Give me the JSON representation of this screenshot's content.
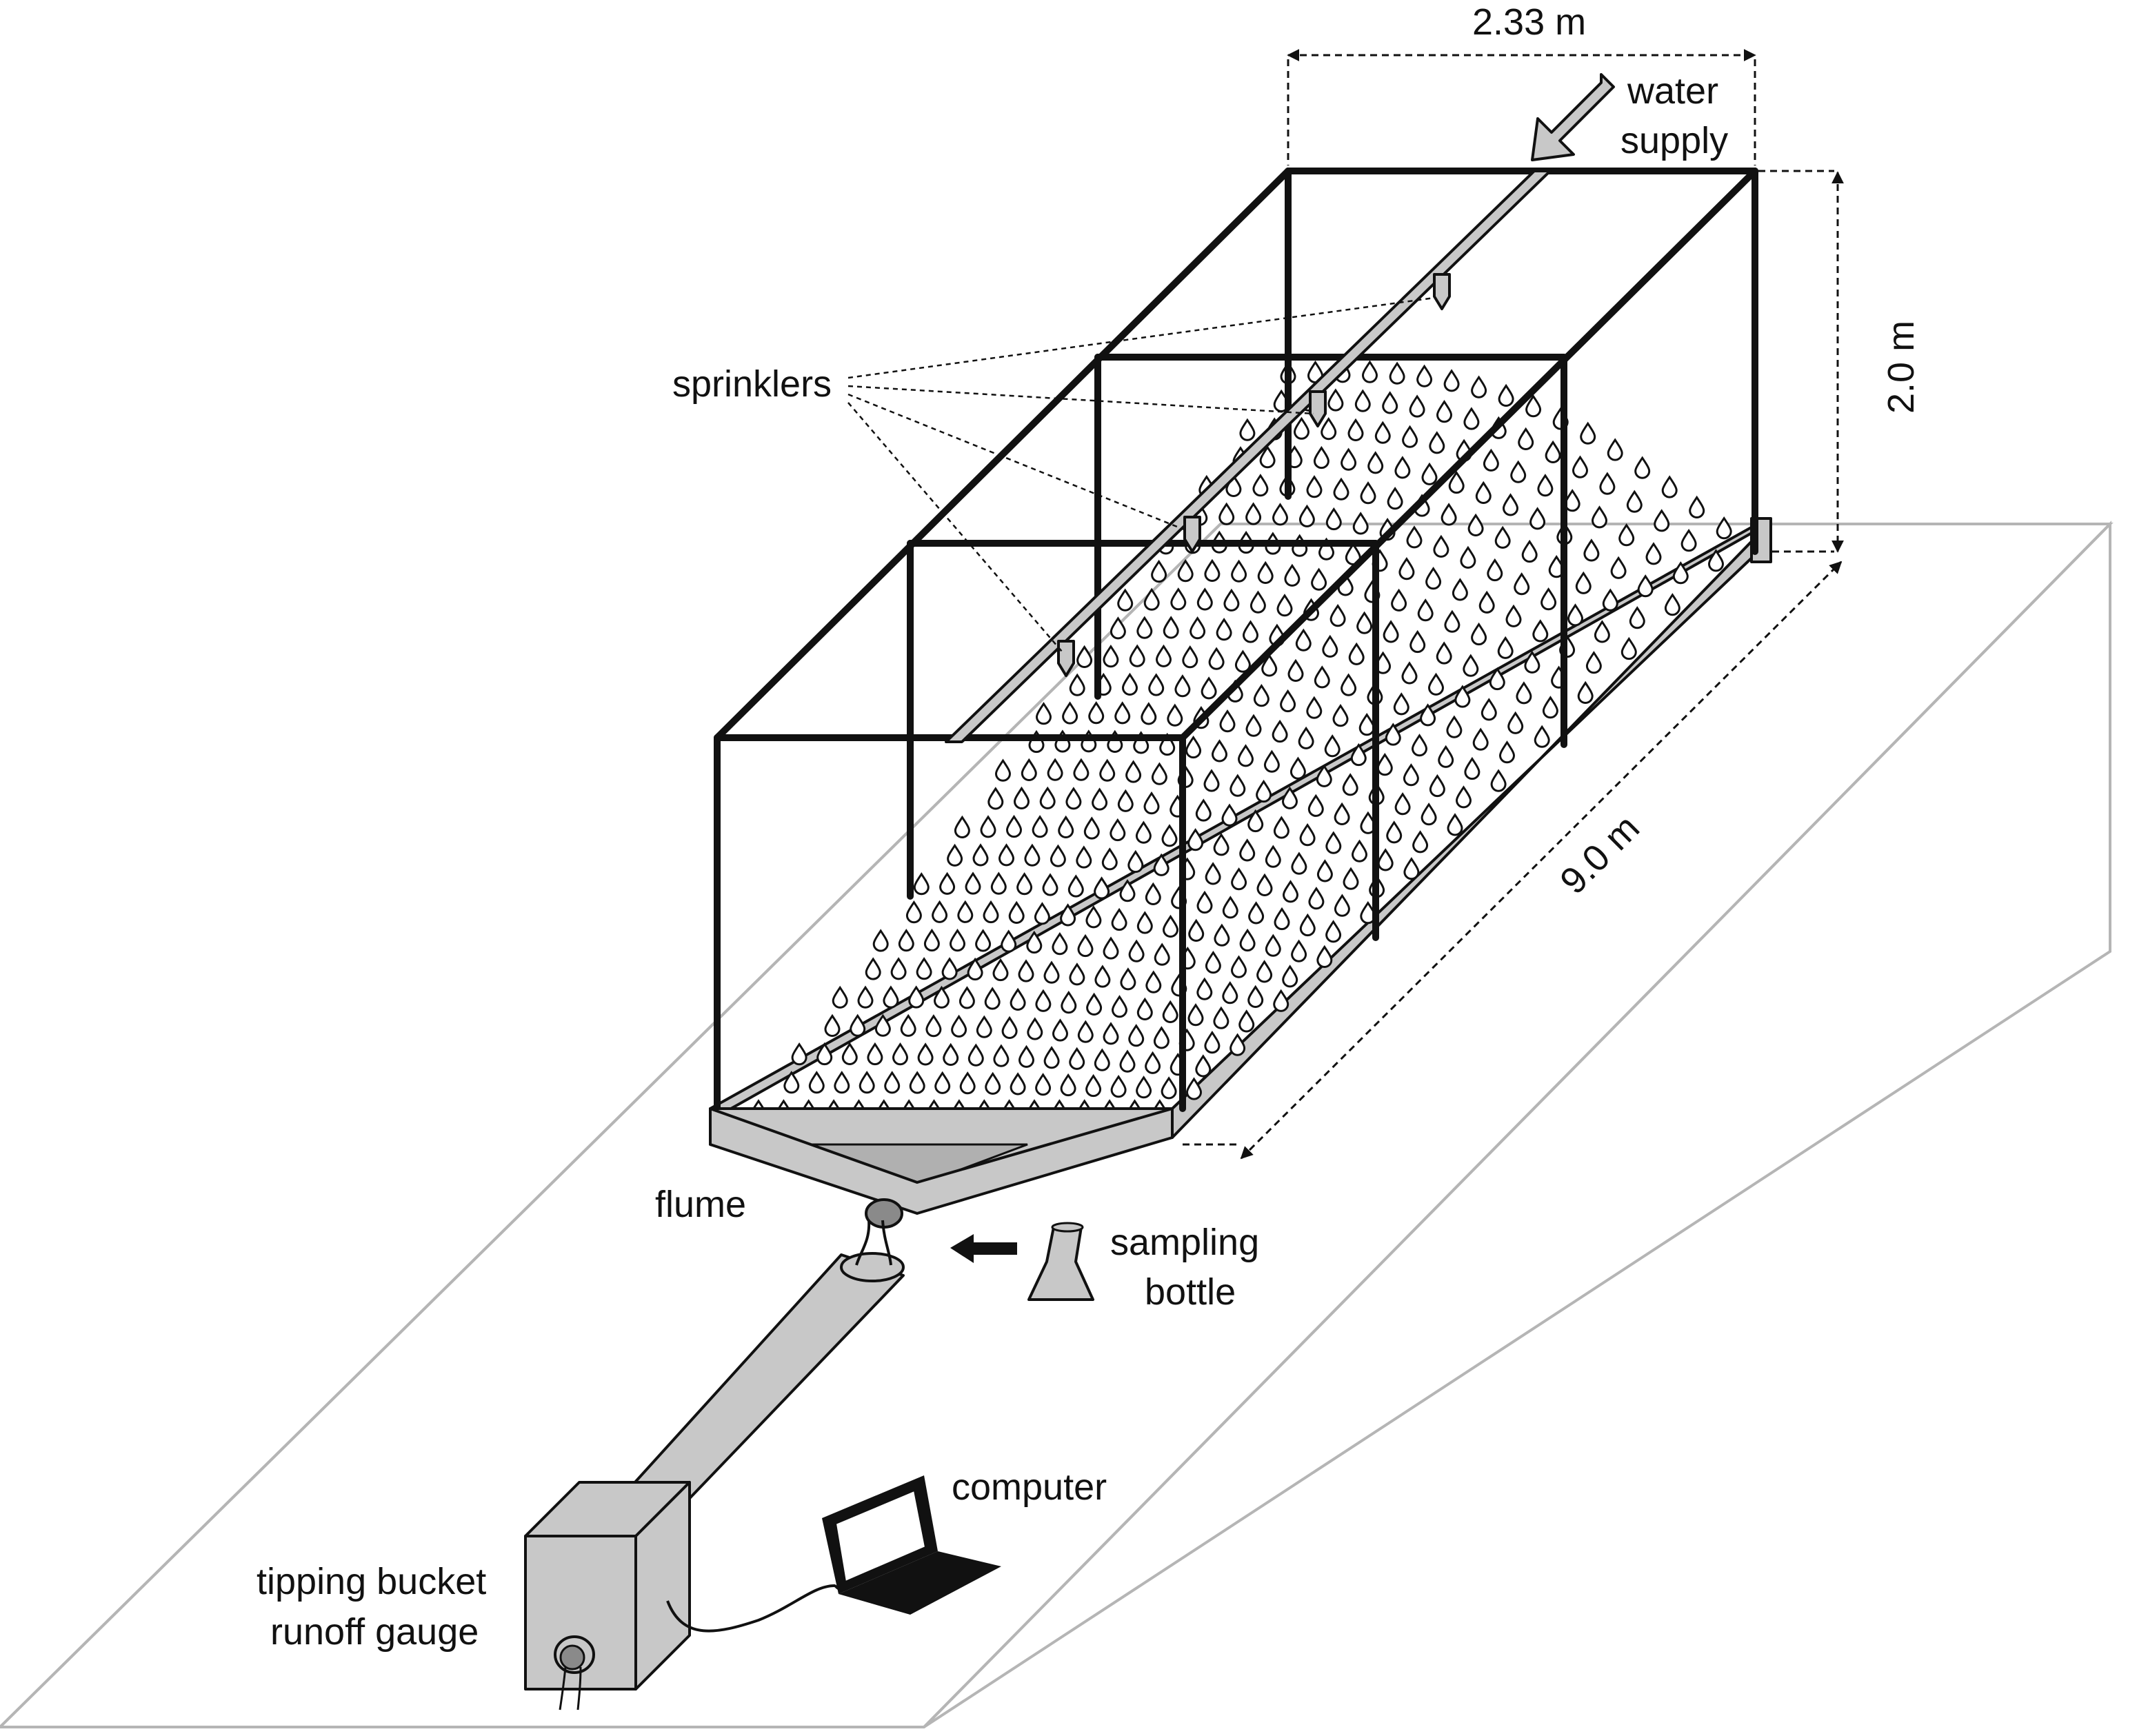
{
  "labels": {
    "width_dim": "2.33 m",
    "water_supply_line1": "water",
    "water_supply_line2": "supply",
    "height_dim": "2.0 m",
    "sprinklers": "sprinklers",
    "length_dim": "9.0 m",
    "flume": "flume",
    "sampling_line1": "sampling",
    "sampling_line2": "bottle",
    "computer": "computer",
    "gauge_line1": "tipping bucket",
    "gauge_line2": "runoff gauge"
  },
  "colors": {
    "frame": "#111111",
    "equipment_fill": "#c8c8c8",
    "slope_outline": "#b5b5b5",
    "slope_face": "#f4f4f4"
  }
}
